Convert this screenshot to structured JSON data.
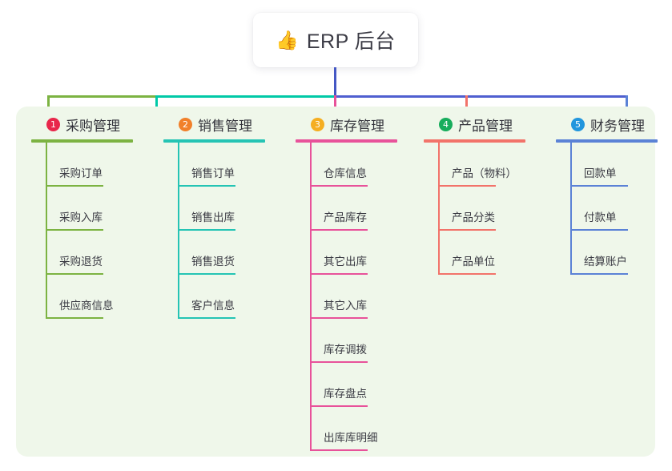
{
  "root": {
    "icon": "thumbs-up-icon",
    "icon_glyph": "👍",
    "title": "ERP 后台"
  },
  "panel": {
    "background_color": "#eff7ea"
  },
  "connector": {
    "stem_color": "#4457c4",
    "segment_colors": [
      "#7cb342",
      "#00c9a7",
      "#4f5fd0"
    ],
    "drop_colors": [
      "#7cb342",
      "#00c9a7",
      "#e8529a",
      "#f2736a",
      "#5b82d6"
    ]
  },
  "columns": [
    {
      "number": "1",
      "badge_color": "#e8274b",
      "line_color": "#7cb342",
      "title": "采购管理",
      "items": [
        "采购订单",
        "采购入库",
        "采购退货",
        "供应商信息"
      ]
    },
    {
      "number": "2",
      "badge_color": "#f1802a",
      "line_color": "#25c4b4",
      "title": "销售管理",
      "items": [
        "销售订单",
        "销售出库",
        "销售退货",
        "客户信息"
      ]
    },
    {
      "number": "3",
      "badge_color": "#f5ae21",
      "line_color": "#e8529a",
      "title": "库存管理",
      "items": [
        "仓库信息",
        "产品库存",
        "其它出库",
        "其它入库",
        "库存调拨",
        "库存盘点",
        "出库库明细"
      ]
    },
    {
      "number": "4",
      "badge_color": "#17ad5c",
      "line_color": "#f2736a",
      "title": "产品管理",
      "items": [
        "产品（物料）",
        "产品分类",
        "产品单位"
      ]
    },
    {
      "number": "5",
      "badge_color": "#2196dd",
      "line_color": "#5b82d6",
      "title": "财务管理",
      "items": [
        "回款单",
        "付款单",
        "结算账户"
      ]
    }
  ]
}
